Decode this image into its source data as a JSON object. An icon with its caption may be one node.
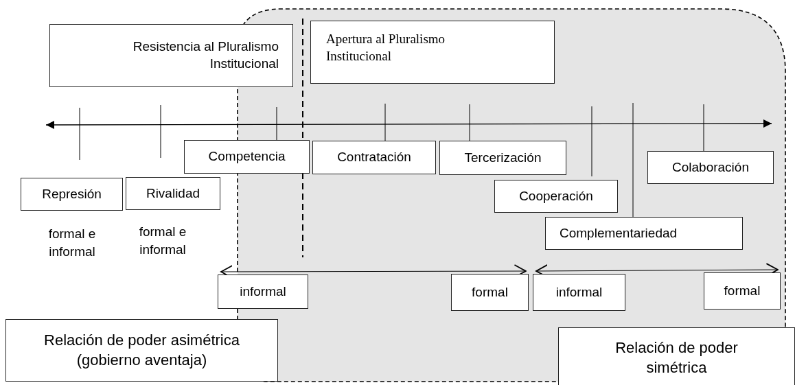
{
  "diagram": {
    "nodes": [
      {
        "text": [
          "Resistencia al Pluralismo Institucional"
        ]
      },
      {
        "text": [
          "Apertura al Pluralismo Institucional"
        ]
      },
      {
        "text": [
          "Competencia"
        ]
      },
      {
        "text": [
          "Contratación"
        ]
      },
      {
        "text": [
          "Tercerización"
        ]
      },
      {
        "text": [
          "Colaboración"
        ]
      },
      {
        "text": [
          "Represión"
        ],
        "beside": [
          "formal e informal"
        ]
      },
      {
        "text": [
          "Rivalidad"
        ],
        "beside": [
          "formal e informal"
        ]
      },
      {
        "text": [
          "Cooperación"
        ]
      },
      {
        "text": [
          "Complementariedad"
        ]
      },
      {
        "text": [
          "informal"
        ]
      },
      {
        "text": [
          "formal"
        ]
      },
      {
        "text": [
          "informal"
        ]
      },
      {
        "text": [
          "formal"
        ]
      },
      {
        "text": [
          "Relación de poder asimétrica (gobierno aventaja)"
        ]
      },
      {
        "text": [
          "Relación de poder simétrica"
        ]
      }
    ],
    "edges": [
      {
        "from": 10,
        "to": 11,
        "arrow": "both"
      },
      {
        "from": 12,
        "to": 13,
        "arrow": "both"
      }
    ]
  }
}
